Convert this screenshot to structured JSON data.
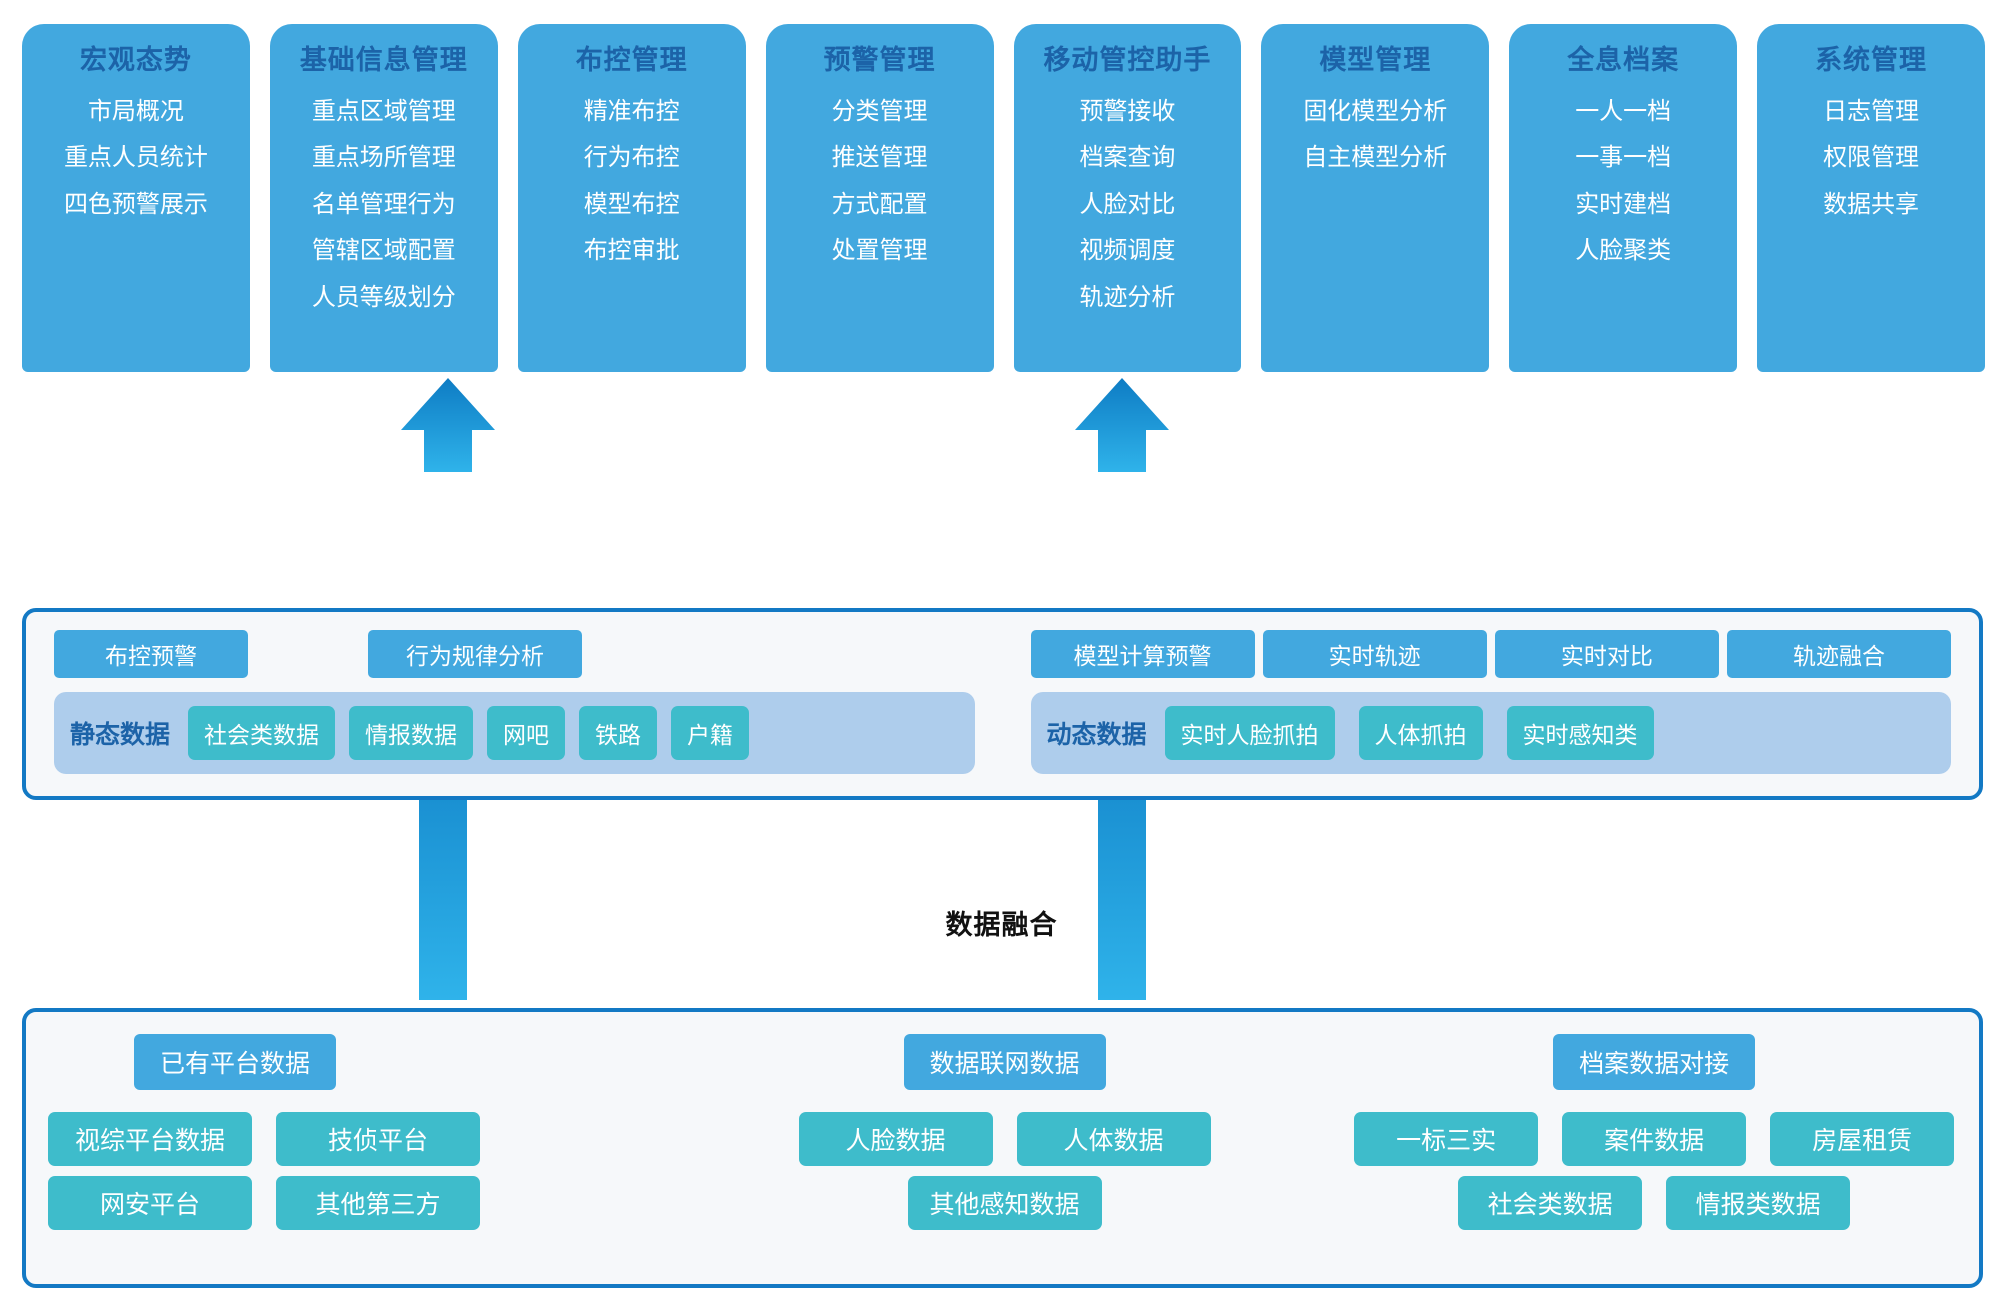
{
  "diagram": {
    "fusion_label": "数据融合",
    "colors": {
      "card_blue": "#42A8DF",
      "title_blue": "#1C63A8",
      "panel_border": "#1379C4",
      "panel_bg": "#F6F8FA",
      "band_bg": "#AECDEC",
      "teal": "#3EBCCB",
      "arrow_blue": "#1B8FD4"
    }
  },
  "modules": [
    {
      "title": "宏观态势",
      "items": [
        "市局概况",
        "重点人员统计",
        "四色预警展示"
      ]
    },
    {
      "title": "基础信息管理",
      "items": [
        "重点区域管理",
        "重点场所管理",
        "名单管理行为",
        "管辖区域配置",
        "人员等级划分"
      ]
    },
    {
      "title": "布控管理",
      "items": [
        "精准布控",
        "行为布控",
        "模型布控",
        "布控审批"
      ]
    },
    {
      "title": "预警管理",
      "items": [
        "分类管理",
        "推送管理",
        "方式配置",
        "处置管理"
      ]
    },
    {
      "title": "移动管控助手",
      "items": [
        "预警接收",
        "档案查询",
        "人脸对比",
        "视频调度",
        "轨迹分析"
      ]
    },
    {
      "title": "模型管理",
      "items": [
        "固化模型分析",
        "自主模型分析"
      ]
    },
    {
      "title": "全息档案",
      "items": [
        "一人一档",
        "一事一档",
        "实时建档",
        "人脸聚类"
      ]
    },
    {
      "title": "系统管理",
      "items": [
        "日志管理",
        "权限管理",
        "数据共享"
      ]
    }
  ],
  "fusion": {
    "static_side": {
      "capabilities": [
        "布控预警",
        "行为规律分析"
      ],
      "band_label": "静态数据",
      "band_chips": [
        "社会类数据",
        "情报数据",
        "网吧",
        "铁路",
        "户籍"
      ]
    },
    "dynamic_side": {
      "capabilities": [
        "模型计算预警",
        "实时轨迹",
        "实时对比",
        "轨迹融合"
      ],
      "band_label": "动态数据",
      "band_chips": [
        "实时人脸抓拍",
        "人体抓拍",
        "实时感知类"
      ]
    }
  },
  "sources": [
    {
      "head": "已有平台数据",
      "rows": [
        [
          "视综平台数据",
          "技侦平台"
        ],
        [
          "网安平台",
          "其他第三方"
        ]
      ]
    },
    {
      "head": "数据联网数据",
      "rows": [
        [
          "人脸数据",
          "人体数据"
        ],
        [
          "其他感知数据"
        ]
      ]
    },
    {
      "head": "档案数据对接",
      "rows": [
        [
          "一标三实",
          "案件数据",
          "房屋租赁"
        ],
        [
          "社会类数据",
          "情报类数据"
        ]
      ]
    }
  ],
  "arrows": [
    {
      "name": "arrow-modules-left"
    },
    {
      "name": "arrow-modules-right"
    },
    {
      "name": "arrow-fusion-left"
    },
    {
      "name": "arrow-fusion-right"
    }
  ]
}
